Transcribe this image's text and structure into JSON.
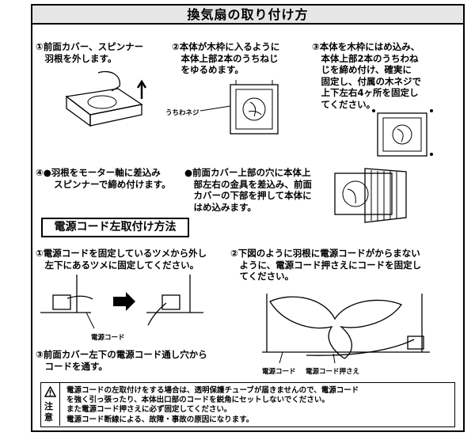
{
  "header": {
    "title": "換気扇の取り付け方"
  },
  "steps": {
    "s1": [
      "①前面カバー、スピンナー",
      "　羽根を外します。"
    ],
    "s2": [
      "②本体が木枠に入るように",
      "　本体上部2本のうちねじ",
      "　をゆるめます。"
    ],
    "s3": [
      "③本体を木枠にはめ込み、",
      "　本体上部2本のうちわね",
      "　じを締め付け、確実に",
      "　固定し、付属の木ネジで",
      "　上下左右4ヶ所を固定し",
      "　てください。"
    ],
    "s4": [
      "④●羽根をモーター軸に差込み",
      "　　スピンナーで締め付けます。"
    ],
    "s5": [
      "●前面カバー上部の穴に本体上",
      "　部左右の金具を差込み、前面",
      "　カバーの下部を押して本体に",
      "　はめ込みます。"
    ]
  },
  "labels": {
    "uchinejimark": "うちわネジ",
    "cord1": "電源コード",
    "cord2": "電源コード",
    "cord_holder": "電源コード押さえ"
  },
  "cord_section": {
    "title": "電源コード左取付け方法",
    "c1": [
      "①電源コードを固定しているツメから外し",
      "　左下にあるツメに固定してください。"
    ],
    "c2": [
      "②下図のように羽根に電源コードがからまない",
      "　ように、電源コード押さえにコードを固定し",
      "　てください。"
    ],
    "c3": [
      "③前面カバー左下の電源コード通し穴から",
      "　コードを通す。"
    ]
  },
  "notice": {
    "label": [
      "注",
      "意"
    ],
    "lines": [
      "電源コードの左取付けをする場合は、透明保護チューブが届きませんので、電源コード",
      "を強く引っ張ったり、本体出口部のコードを鋭角にセットしないでください。",
      "また電源コード押さえに必ず固定してください。",
      "電源コード断線による、故障・事故の原因になります。"
    ]
  }
}
